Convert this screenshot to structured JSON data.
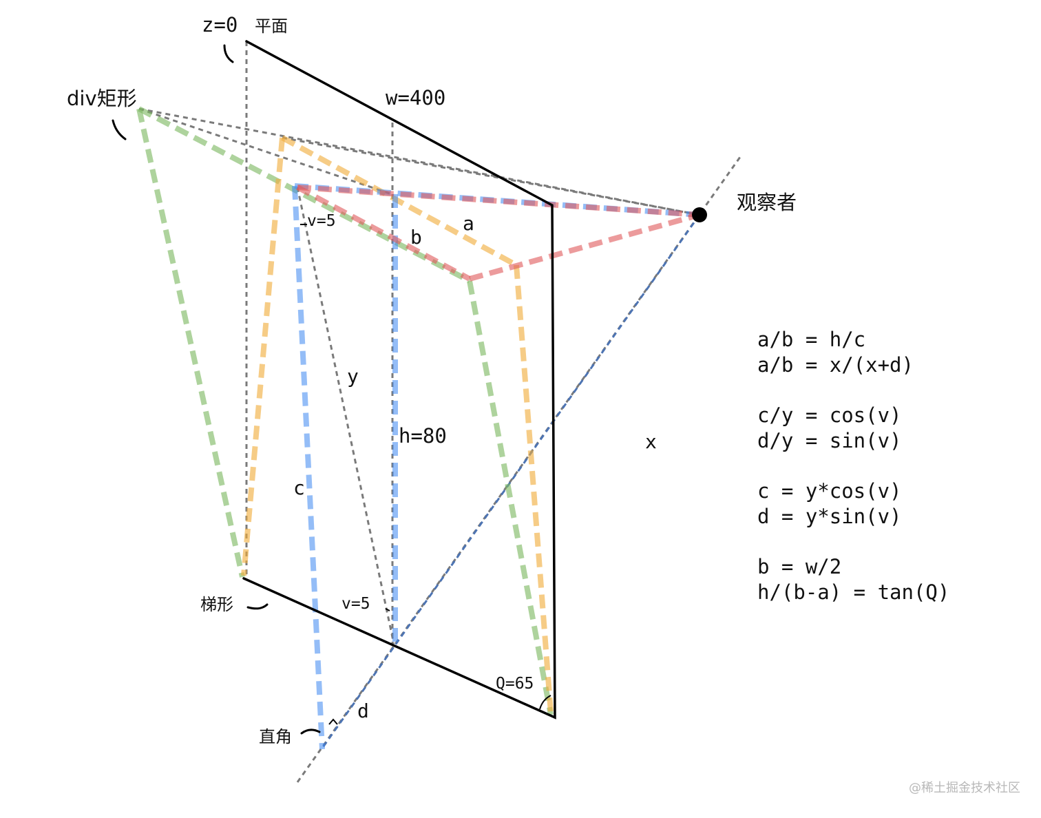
{
  "labels": {
    "z0": "z=0",
    "plane": "平面",
    "div_rect": "div矩形",
    "w": "w=400",
    "observer": "观察者",
    "v_top": "v=5",
    "a": "a",
    "b": "b",
    "y": "y",
    "h": "h=80",
    "c": "c",
    "x": "x",
    "trapezoid": "梯形",
    "v_bottom": "v=5",
    "q": "Q=65",
    "d": "d",
    "right_angle": "直角"
  },
  "formulas": [
    "a/b = h/c",
    "a/b = x/(x+d)",
    "c/y = cos(v)",
    "d/y = sin(v)",
    "c = y*cos(v)",
    "d = y*sin(v)",
    "b = w/2",
    "h/(b-a) = tan(Q)"
  ],
  "watermark": "@稀土掘金技术社区",
  "colors": {
    "frame": "#000000",
    "construction": "#7a7a7a",
    "green": "#7cb861",
    "orange": "#f0ad3c",
    "blue": "#3d86f0",
    "red": "#e0585a",
    "sightline": "#4d74b3"
  }
}
